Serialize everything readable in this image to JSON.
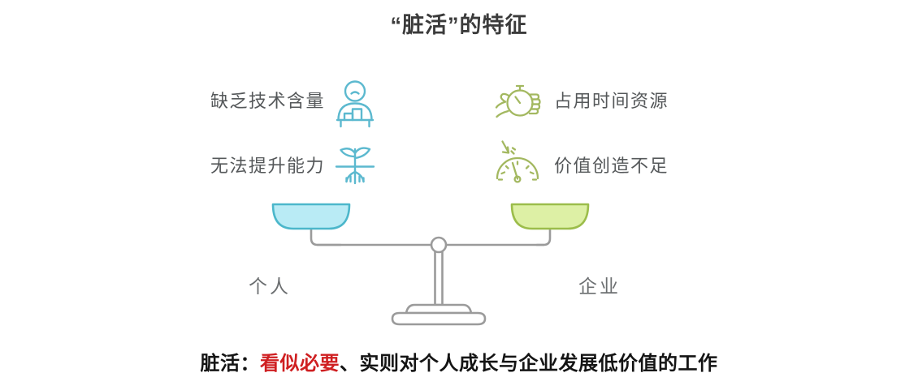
{
  "title": "“脏活”的特征",
  "features": {
    "left": [
      {
        "label": "缺乏技术含量",
        "icon": "person-at-desk-icon",
        "color": "#5cb9cf"
      },
      {
        "label": "无法提升能力",
        "icon": "sprout-with-roots-icon",
        "color": "#5cb9cf"
      }
    ],
    "right": [
      {
        "label": "占用时间资源",
        "icon": "hand-holding-stopwatch-icon",
        "color": "#a3b860"
      },
      {
        "label": "价值创造不足",
        "icon": "gauge-down-arrow-icon",
        "color": "#a3b860"
      }
    ]
  },
  "scale": {
    "left_pan": {
      "caption": "个人",
      "fill": "#b9ebf5",
      "stroke": "#4cb7cb"
    },
    "right_pan": {
      "caption": "企业",
      "fill": "#ddf0a5",
      "stroke": "#9cbd4b"
    },
    "frame_color": "#9b9b9b"
  },
  "definition": {
    "prefix": "脏活：",
    "accent": "看似必要",
    "suffix": "、实则对个人成长与企业发展低价值的工作"
  },
  "colors": {
    "title_text": "#3b3b3b",
    "label_text": "#55585a",
    "caption_text": "#6c6f71",
    "accent_red": "#cf1f21",
    "background": "#ffffff"
  }
}
